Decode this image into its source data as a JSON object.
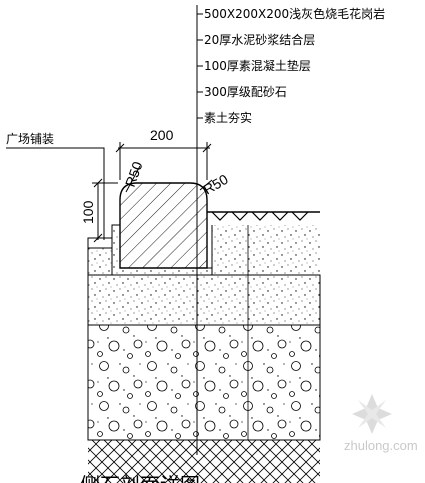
{
  "layer_labels": [
    "500X200X200浅灰色烧毛花岗岩",
    "20厚水泥砂浆结合层",
    "100厚素混凝土垫层",
    "300厚级配砂石",
    "素土夯实"
  ],
  "side_label": "广场铺装",
  "dimensions": {
    "width": "200",
    "height": "100",
    "radius_left": "R50",
    "radius_right": "R50"
  },
  "bottom_caption": "侧石剖面详图",
  "watermark": {
    "text": "zhulong.com"
  },
  "colors": {
    "line": "#000000",
    "background": "#ffffff",
    "watermark": "#c9c9c9"
  }
}
